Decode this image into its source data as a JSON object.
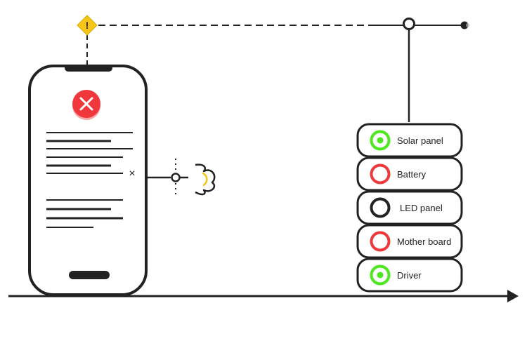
{
  "warning_icon": {
    "icon": "warning-diamond-icon",
    "glyph": "!",
    "fill": "#F5C518",
    "stroke": "#D4A500"
  },
  "phone": {
    "error_icon": "close-icon",
    "error_color": "#F0373C",
    "line_mark": "×",
    "connector_icon": "plug-icon",
    "spark_color": "#F5C518"
  },
  "components": [
    {
      "label": "Solar panel",
      "status": "ok",
      "ring_color": "#4BE81E",
      "dot": true
    },
    {
      "label": "Battery",
      "status": "fault",
      "ring_color": "#F0373C",
      "dot": false
    },
    {
      "label": "LED panel",
      "status": "neutral",
      "ring_color": "#222222",
      "dot": false
    },
    {
      "label": "Mother board",
      "status": "fault",
      "ring_color": "#F0373C",
      "dot": false
    },
    {
      "label": "Driver",
      "status": "ok",
      "ring_color": "#4BE81E",
      "dot": true
    }
  ],
  "colors": {
    "stroke": "#222222",
    "ok": "#4BE81E",
    "fault": "#F0373C",
    "warning": "#F5C518"
  }
}
